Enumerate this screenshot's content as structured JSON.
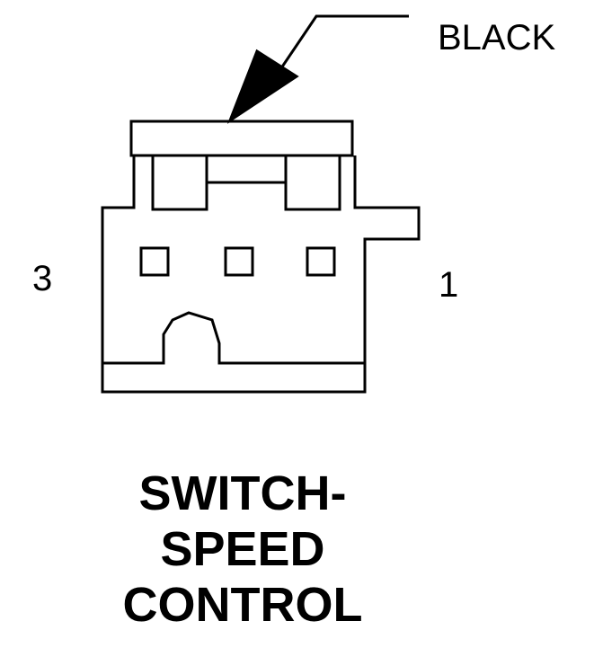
{
  "connector": {
    "wire_color_label": "BLACK",
    "pin_left_label": "3",
    "pin_right_label": "1",
    "title_lines": [
      "SWITCH-",
      "SPEED",
      "CONTROL"
    ]
  },
  "colors": {
    "line": "#000000",
    "background": "#ffffff"
  }
}
